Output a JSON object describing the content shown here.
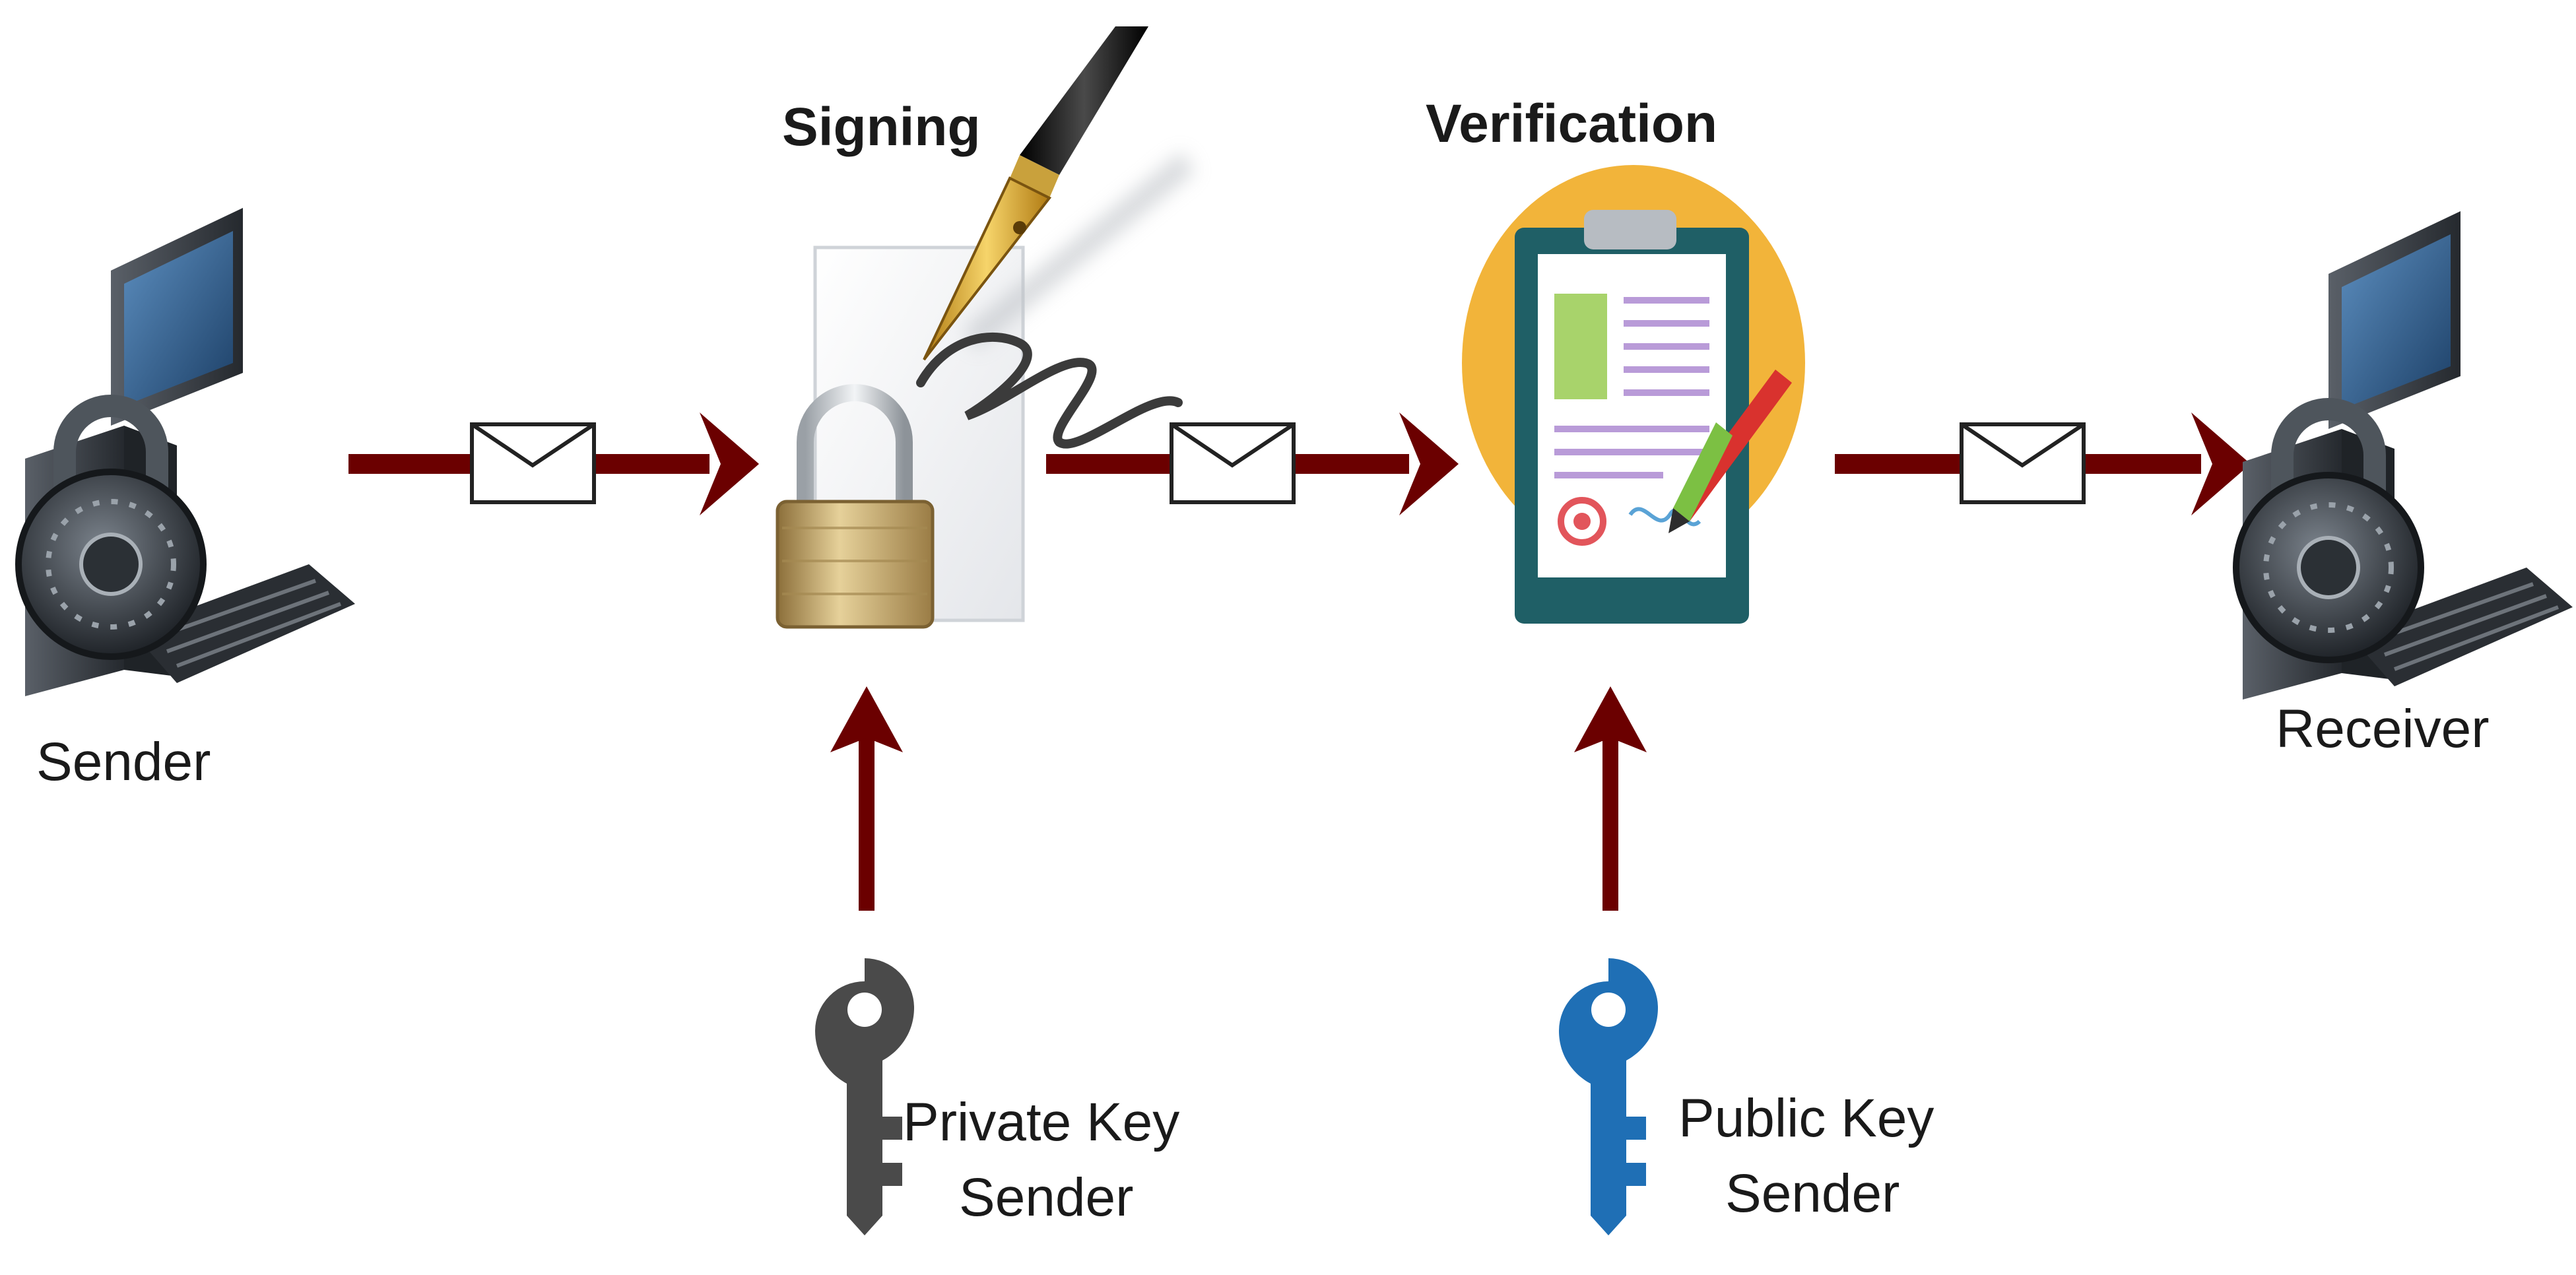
{
  "labels": {
    "sender": "Sender",
    "signing": "Signing",
    "verification": "Verification",
    "receiver": "Receiver",
    "private_key_line1": "Private Key",
    "private_key_line2": "Sender",
    "public_key_line1": "Public Key",
    "public_key_line2": "Sender"
  },
  "colors": {
    "arrow": "#6b0000",
    "private_key": "#4a4a4a",
    "public_key": "#1f6fb5",
    "verification_circle": "#f2b43a",
    "clipboard": "#1f5f66",
    "lock_body": "#c8aa6e",
    "computer_body": "#3a3f45",
    "screen": "#2c5a86"
  },
  "icons": {
    "sender": "computer-with-lock-icon",
    "signing": "signed-document-with-padlock-icon",
    "verification": "clipboard-checklist-icon",
    "receiver": "computer-with-lock-icon",
    "private_key": "key-icon",
    "public_key": "key-icon",
    "message": "envelope-icon"
  }
}
